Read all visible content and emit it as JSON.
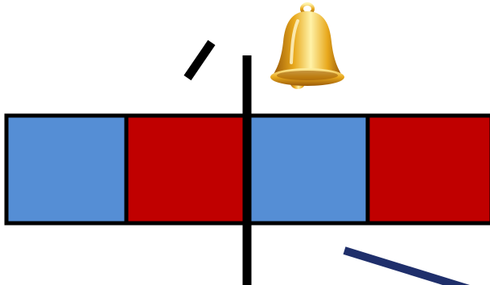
{
  "colors": {
    "background": "#ffffff",
    "blue": "#558ed5",
    "red": "#c00000",
    "outline": "#000000",
    "short_tick": "#000000",
    "navy_line": "#1f2f6b",
    "bell_gold": "#e8a81c",
    "bell_highlight": "#fff2a8",
    "bell_shadow": "#9a5a08"
  },
  "strip": {
    "cells": [
      {
        "fill": "blue"
      },
      {
        "fill": "red"
      },
      {
        "fill": "blue"
      },
      {
        "fill": "red"
      }
    ]
  },
  "icons": {
    "bell": "bell-icon"
  }
}
